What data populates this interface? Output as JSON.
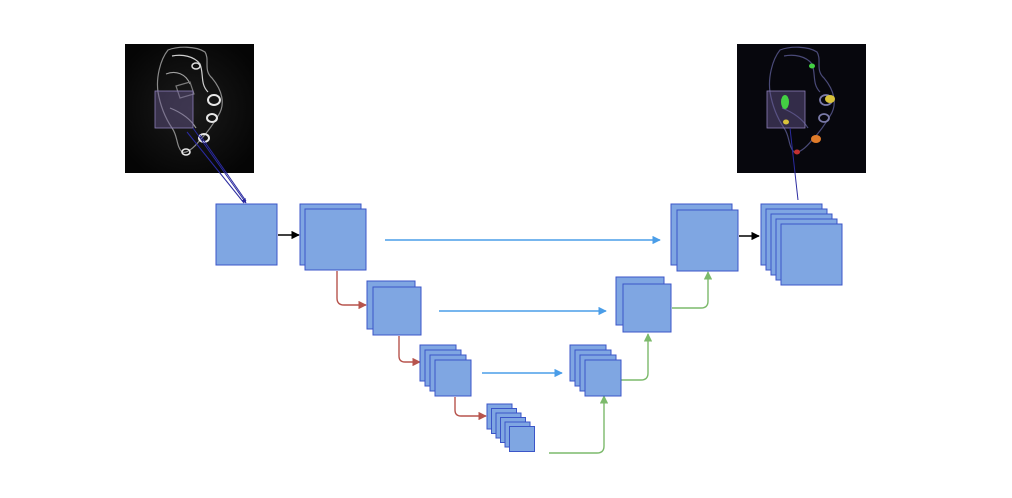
{
  "figure": {
    "colors": {
      "background": "#ffffff",
      "block_fill": "#7fa6e2",
      "block_stroke": "#3b55c8",
      "downsample_arrow": "#b7544d",
      "skip_arrow": "#4a9de8",
      "upsample_arrow": "#7cba6b",
      "conv_arrow": "#000000",
      "projection_line": "#2a2aa0",
      "scan_background": "#0a0a0a"
    },
    "input_image": {
      "kind": "grayscale MRI scan of forearm cross-section",
      "icon": "mri-scan-image"
    },
    "output_image": {
      "kind": "segmentation overlay on MRI scan",
      "icon": "segmentation-map-image",
      "segment_colors": [
        "#43d043",
        "#d9c33b",
        "#e07b2a",
        "#c23030"
      ]
    },
    "encoder_stack_counts": [
      1,
      2,
      2,
      4,
      6
    ],
    "decoder_stack_counts": [
      4,
      2,
      2,
      5
    ],
    "arrow_types": [
      "convolution",
      "downsampling",
      "skip-connection",
      "upsampling"
    ]
  }
}
